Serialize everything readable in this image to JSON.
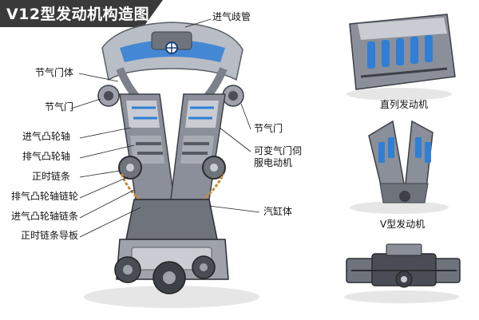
{
  "title": "V12型发动机构造图",
  "labels": {
    "intake_manifold": "进气歧管",
    "throttle_body": "节气门体",
    "throttle_left": "节气门",
    "intake_camshaft": "进气凸轮轴",
    "exhaust_camshaft": "排气凸轮轴",
    "timing_chain": "正时链条",
    "exhaust_cam_sprocket": "排气凸轮轴链轮",
    "intake_cam_chain": "进气凸轮轴链条",
    "timing_chain_guide": "正时链条导板",
    "throttle_right": "节气门",
    "vvt_servo_line1": "可变气门伺",
    "vvt_servo_line2": "服电动机",
    "cylinder_block": "汽缸体"
  },
  "side_captions": {
    "inline_engine": "直列发动机",
    "v_engine": "V型发动机"
  },
  "colors": {
    "title_bg": "#3a3a3a",
    "title_text": "#ffffff",
    "metal": "#8a8f99",
    "metal_light": "#c9ccd3",
    "metal_dark": "#3d4047",
    "blue_accent": "#2f7fd6",
    "shadow": "#d8d8d8"
  }
}
